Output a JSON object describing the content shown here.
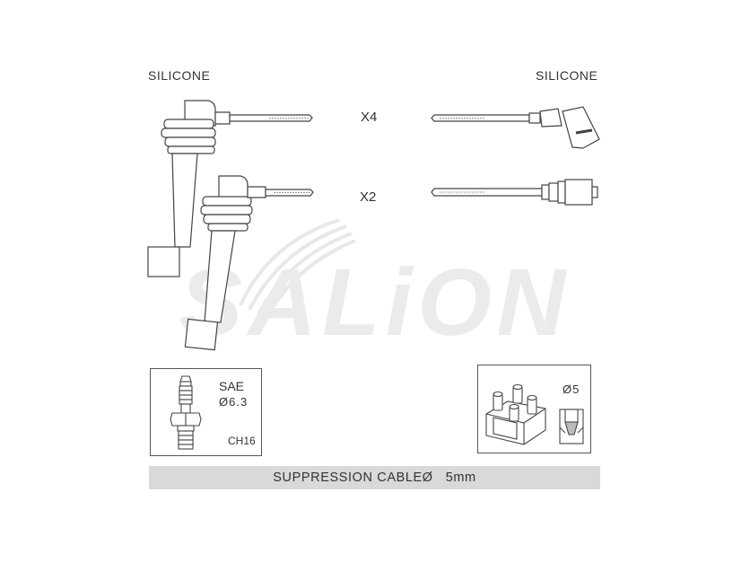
{
  "labels": {
    "left_material": "SILICONE",
    "right_material": "SILICONE",
    "qty_top": "X4",
    "qty_bottom": "X2"
  },
  "watermark": {
    "text": "SALiON",
    "color": "#ebebeb"
  },
  "spark_plug_box": {
    "standard": "SAE",
    "diameter": "Ø6.3",
    "hex": "CH16"
  },
  "distributor_box": {
    "diameter": "Ø5"
  },
  "footer": {
    "text": "SUPPRESSION CABLE",
    "size_symbol": "Ø",
    "size": "5mm"
  },
  "colors": {
    "line": "#444444",
    "bar": "#d9d9d9"
  }
}
